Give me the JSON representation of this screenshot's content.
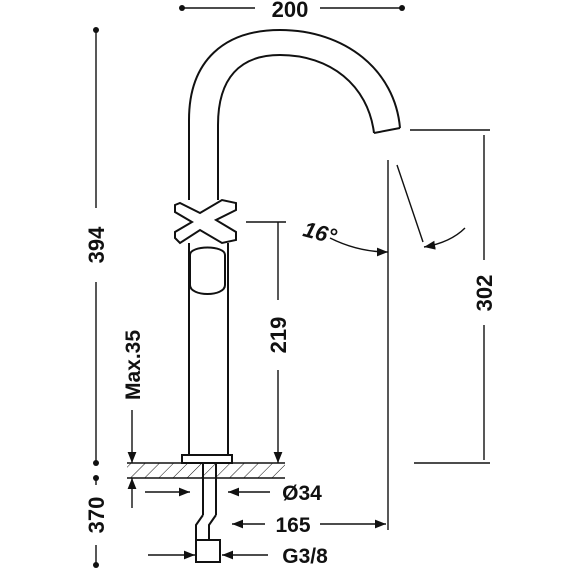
{
  "dimensions": {
    "top_width": "200",
    "total_height": "394",
    "spout_height": "302",
    "body_height": "219",
    "max_thickness": "Max.35",
    "angle": "16°",
    "hole_diameter": "Ø34",
    "reach": "165",
    "connection": "G3/8",
    "hose_length": "370"
  },
  "colors": {
    "line": "#111111",
    "background": "#ffffff"
  }
}
